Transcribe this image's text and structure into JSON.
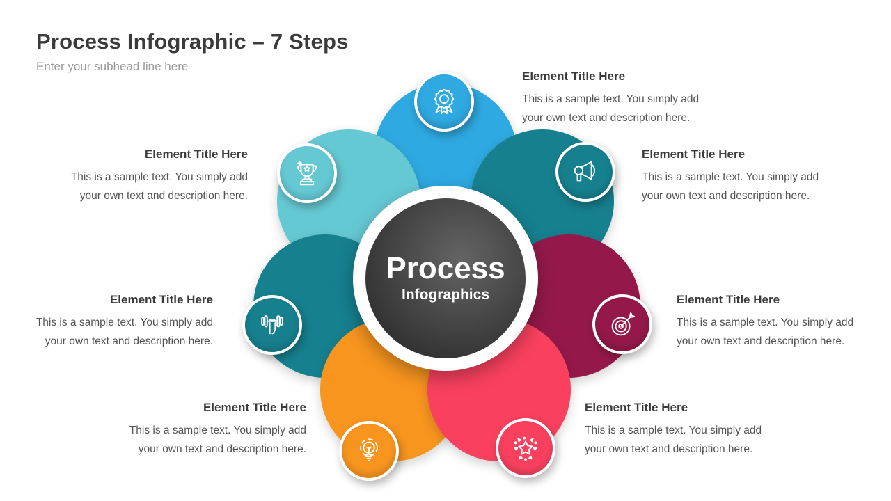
{
  "header": {
    "title": "Process Infographic – 7 Steps",
    "subtitle": "Enter your subhead line here"
  },
  "center": {
    "title": "Process",
    "subtitle": "Infographics",
    "bg_color": "#3f3f3f"
  },
  "elements": [
    {
      "position": "top",
      "icon": "award-badge",
      "color": "#2FA9E1",
      "title": "Element Title Here",
      "desc": [
        "This is a sample text. You simply add",
        "your own text and description here."
      ]
    },
    {
      "position": "top-right",
      "icon": "megaphone",
      "color": "#16808F",
      "title": "Element Title Here",
      "desc": [
        "This is a sample text. You simply add",
        "your own text and description here."
      ]
    },
    {
      "position": "right",
      "icon": "target-arrow",
      "color": "#94194A",
      "title": "Element Title Here",
      "desc": [
        "This is a sample text. You simply add",
        "your own text and description here."
      ]
    },
    {
      "position": "bottom-right",
      "icon": "star-sparkles",
      "color": "#F9415F",
      "title": "Element Title Here",
      "desc": [
        "This is a sample text. You simply add",
        "your own text and description here."
      ]
    },
    {
      "position": "bottom-left",
      "icon": "idea-lightbulb",
      "color": "#F8951F",
      "title": "Element Title Here",
      "desc": [
        "This is a sample text. You simply add",
        "your own text and description here."
      ]
    },
    {
      "position": "left",
      "icon": "strength-dumbbell",
      "color": "#16808F",
      "title": "Element Title Here",
      "desc": [
        "This is a sample text. You simply add",
        "your own text and description here."
      ]
    },
    {
      "position": "top-left",
      "icon": "trophy",
      "color": "#65C9D3",
      "title": "Element Title Here",
      "desc": [
        "This is a sample text. You simply add",
        "your own text and description here."
      ]
    }
  ]
}
